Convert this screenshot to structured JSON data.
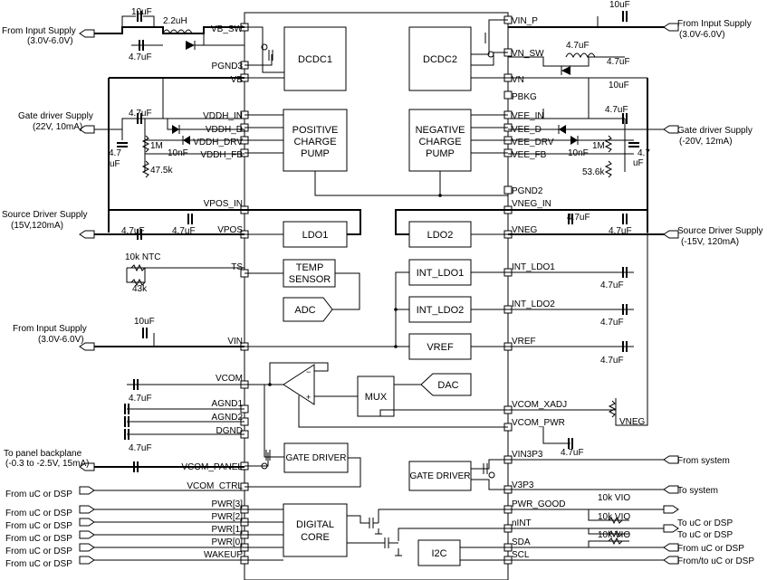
{
  "chip_pins_left": [
    {
      "label": "VB_SW"
    },
    {
      "label": "PGND3"
    },
    {
      "label": "VB"
    },
    {
      "label": "VDDH_IN"
    },
    {
      "label": "VDDH_D"
    },
    {
      "label": "VDDH_DRV"
    },
    {
      "label": "VDDH_FB"
    },
    {
      "label": "VPOS_IN"
    },
    {
      "label": "VPOS"
    },
    {
      "label": "TS"
    },
    {
      "label": "VIN"
    },
    {
      "label": "VCOM"
    },
    {
      "label": "AGND1"
    },
    {
      "label": "AGND2"
    },
    {
      "label": "DGND"
    },
    {
      "label": "VCOM_PANEL"
    },
    {
      "label": "VCOM_CTRL"
    },
    {
      "label": "PWR[3]"
    },
    {
      "label": "PWR[2]"
    },
    {
      "label": "PWR[1]"
    },
    {
      "label": "PWR[0]"
    },
    {
      "label": "WAKEUP"
    }
  ],
  "chip_pins_right": [
    {
      "label": "VIN_P"
    },
    {
      "label": "VN_SW"
    },
    {
      "label": "VN"
    },
    {
      "label": "PBKG"
    },
    {
      "label": "VEE_IN"
    },
    {
      "label": "VEE_D"
    },
    {
      "label": "VEE_DRV"
    },
    {
      "label": "VEE_FB"
    },
    {
      "label": "PGND2"
    },
    {
      "label": "VNEG_IN"
    },
    {
      "label": "VNEG"
    },
    {
      "label": "INT_LDO1"
    },
    {
      "label": "INT_LDO2"
    },
    {
      "label": "VREF"
    },
    {
      "label": "VCOM_XADJ"
    },
    {
      "label": "VCOM_PWR"
    },
    {
      "label": "VIN3P3"
    },
    {
      "label": "V3P3"
    },
    {
      "label": "PWR_GOOD"
    },
    {
      "label": "nINT"
    },
    {
      "label": "SDA"
    },
    {
      "label": "SCL"
    }
  ],
  "blocks": {
    "dcdc1": "DCDC1",
    "dcdc2": "DCDC2",
    "pos_pump": [
      "POSITIVE",
      "CHARGE",
      "PUMP"
    ],
    "neg_pump": [
      "NEGATIVE",
      "CHARGE",
      "PUMP"
    ],
    "ldo1": "LDO1",
    "ldo2": "LDO2",
    "temp_sensor": [
      "TEMP",
      "SENSOR"
    ],
    "int_ldo1": "INT_LDO1",
    "int_ldo2": "INT_LDO2",
    "adc": "ADC",
    "vref": "VREF",
    "mux": "MUX",
    "dac": "DAC",
    "gate_driver_left": "GATE DRIVER",
    "gate_driver_right": "GATE DRIVER",
    "digital_core": [
      "DIGITAL",
      "CORE"
    ],
    "i2c": "I2C"
  },
  "external_labels": {
    "from_input_supply_left": [
      "From Input Supply",
      "(3.0V-6.0V)"
    ],
    "from_input_supply_right": [
      "From Input Supply",
      "(3.0V-6.0V)"
    ],
    "from_input_supply_vin": [
      "From Input Supply",
      "(3.0V-6.0V)"
    ],
    "gate_driver_supply_left": [
      "Gate driver Supply",
      "(22V, 10mA)"
    ],
    "gate_driver_supply_right": [
      "Gate driver Supply",
      "(-20V, 12mA)"
    ],
    "source_driver_supply_left": [
      "Source Driver Supply",
      "(15V,120mA)"
    ],
    "source_driver_supply_right": [
      "Source Driver Supply",
      "(-15V, 120mA)"
    ],
    "panel_backplane": [
      "To panel  backplane",
      "(-0.3 to -2.5V, 15mA)"
    ],
    "from_uc_vcom_ctrl": "From uC or DSP",
    "from_uc_pwr3": "From uC or DSP",
    "from_uc_pwr2": "From uC or DSP",
    "from_uc_pwr1": "From uC or DSP",
    "from_uc_pwr0": "From uC or DSP",
    "from_uc_wakeup": "From uC or DSP",
    "from_system": "From system",
    "to_system": "To system",
    "to_uc_pwr_good": "To uC or DSP",
    "to_uc_nint": "To uC or DSP",
    "from_uc_sda": "From uC or DSP",
    "from_to_uc_scl": "From/to uC or DSP",
    "vneg_tap": "VNEG"
  },
  "component_labels": {
    "cap_10uf_vbsw": "10uF",
    "ind_2_2uh": "2.2uH",
    "cap_4_7uf_vbsw": "4.7uF",
    "cap_10uf_vinp": "10uF",
    "ind_4_7uf_vn": "4.7uF",
    "cap_4_7uf_vn": "4.7uF",
    "cap_10uf_vn": "10uF",
    "cap_4_7uf_vddh": "4.7uF",
    "cap_4_7uf_vddh_side": [
      "4.7",
      "uF"
    ],
    "res_1m_left": "1M",
    "cap_10nf_left": "10nF",
    "res_47_5k": "47.5k",
    "cap_4_7uf_vee": "4.7uF",
    "cap_4_7uf_vee_side": [
      "4.7",
      "uF"
    ],
    "res_1m_right": "1M",
    "cap_10nf_right": "10nF",
    "res_53_6k": "53.6k",
    "cap_4_7uf_vpos_a": "4.7uF",
    "cap_4_7uf_vpos_b": "4.7uF",
    "cap_4_7uf_vneg_a": "4.7uF",
    "cap_4_7uf_vneg_b": "4.7uF",
    "res_10k_ntc": "10k NTC",
    "res_43k": "43k",
    "cap_4_7uf_int_ldo1": "4.7uF",
    "cap_4_7uf_int_ldo2": "4.7uF",
    "cap_10uf_vin": "10uF",
    "cap_4_7uf_vref": "4.7uF",
    "cap_4_7uf_vcom": "4.7uF",
    "cap_4_7uf_vcom_pwr": "4.7uF",
    "cap_4_7uf_vcom_panel": "4.7uF",
    "res_10k_vio_1": "10k VIO",
    "res_10k_vio_2": "10k VIO",
    "res_10k_vio_3": "10k VIO"
  }
}
